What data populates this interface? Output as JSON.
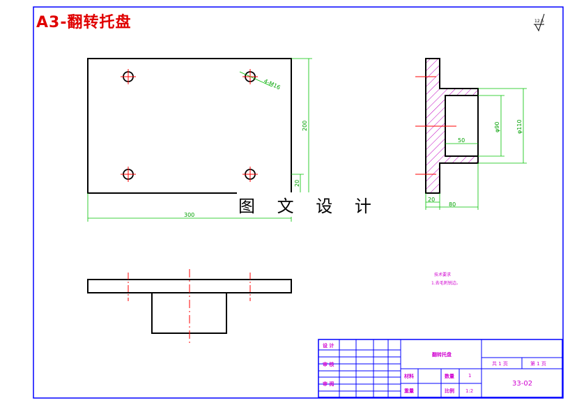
{
  "title": "A3-翻转托盘",
  "watermark": "图 文 设 计",
  "surface_symbol": "12.5",
  "colors": {
    "border": "#0000ff",
    "outline": "#000000",
    "dimension": "#00c000",
    "centerline": "#ff0000",
    "hatch": "#c000c0",
    "title_text": "#e00000",
    "table_text": "#d000d0"
  },
  "dimensions": {
    "hole_callout": "4-M16",
    "height_200": "200",
    "offset_20": "20",
    "width_300": "300",
    "bore_50": "50",
    "dia_90": "φ90",
    "dia_110": "φ110",
    "flange_20": "20",
    "depth_80": "80"
  },
  "notes": {
    "heading": "技术要求",
    "line1": "1.去毛刺锐边。"
  },
  "title_block": {
    "design_label": "设 计",
    "check_label": "审 核",
    "approve_label": "审 阅",
    "part_name": "翻转托盘",
    "material_label": "材料",
    "weight_label": "重量",
    "quantity_label": "数量",
    "quantity_value": "1",
    "scale_label": "比例",
    "scale_value": "1:2",
    "sheets_total": "共 1 页",
    "sheet_number": "第 1 页",
    "drawing_number": "33-02"
  }
}
